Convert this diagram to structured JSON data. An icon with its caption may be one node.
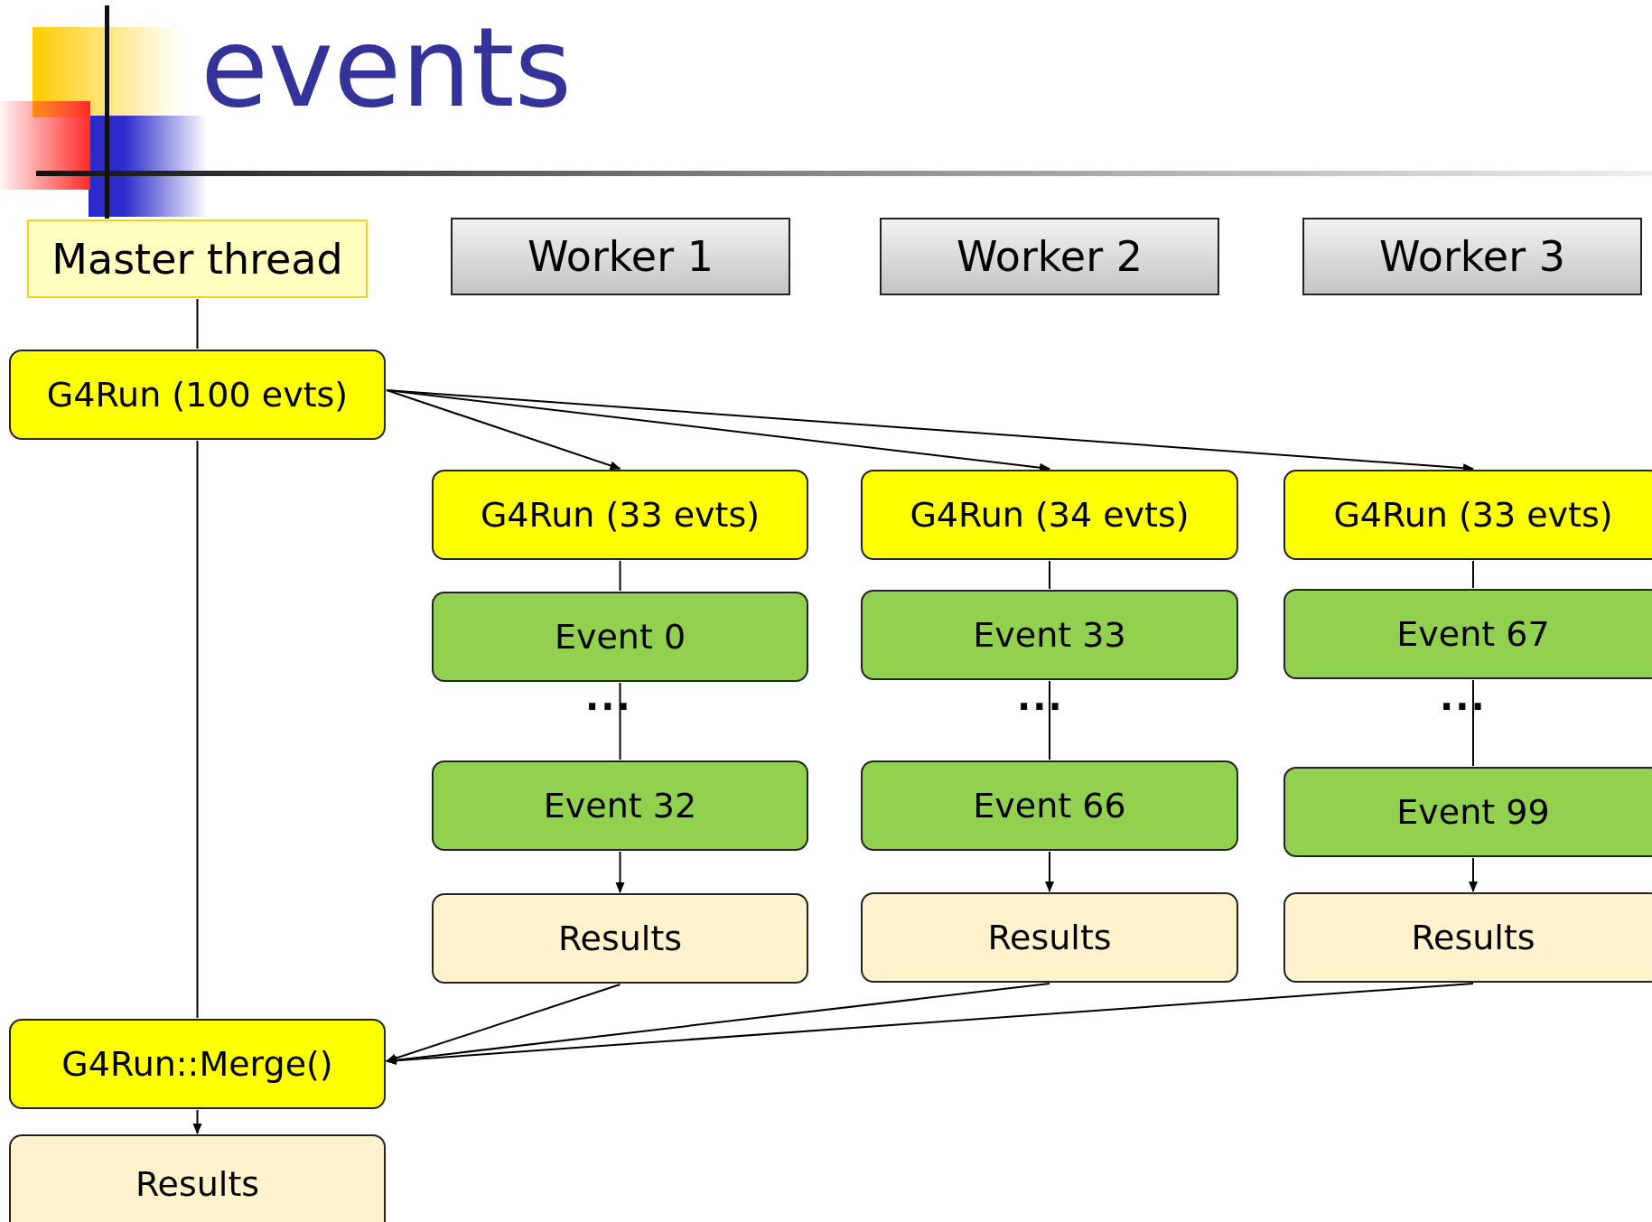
{
  "diagram": {
    "title": "events",
    "nodes": [
      {
        "text": [
          "Master thread"
        ]
      },
      {
        "text": [
          "Worker 1"
        ]
      },
      {
        "text": [
          "Worker 2"
        ]
      },
      {
        "text": [
          "Worker 3"
        ]
      },
      {
        "text": [
          "G4Run (100 evts)"
        ]
      },
      {
        "text": [
          "G4Run (33 evts)"
        ]
      },
      {
        "text": [
          "Event 0"
        ]
      },
      {
        "text": [
          "Event 32"
        ]
      },
      {
        "text": [
          "Results"
        ]
      },
      {
        "text": [
          "G4Run (34 evts)"
        ]
      },
      {
        "text": [
          "Event 33"
        ]
      },
      {
        "text": [
          "Event 66"
        ]
      },
      {
        "text": [
          "Results"
        ]
      },
      {
        "text": [
          "G4Run (33 evts)"
        ]
      },
      {
        "text": [
          "Event 67"
        ]
      },
      {
        "text": [
          "Event 99"
        ]
      },
      {
        "text": [
          "Results"
        ]
      },
      {
        "text": [
          "G4Run::Merge()"
        ]
      },
      {
        "text": [
          "Results"
        ]
      }
    ],
    "edges": [
      {
        "from": 0,
        "to": 4,
        "arrow": "none"
      },
      {
        "from": 4,
        "to": 5,
        "arrow": "to"
      },
      {
        "from": 4,
        "to": 9,
        "arrow": "to"
      },
      {
        "from": 4,
        "to": 13,
        "arrow": "to"
      },
      {
        "from": 5,
        "to": 6,
        "arrow": "none"
      },
      {
        "from": 6,
        "to": 7,
        "arrow": "none"
      },
      {
        "from": 7,
        "to": 8,
        "arrow": "to"
      },
      {
        "from": 9,
        "to": 10,
        "arrow": "none"
      },
      {
        "from": 10,
        "to": 11,
        "arrow": "none"
      },
      {
        "from": 11,
        "to": 12,
        "arrow": "to"
      },
      {
        "from": 13,
        "to": 14,
        "arrow": "none"
      },
      {
        "from": 14,
        "to": 15,
        "arrow": "none"
      },
      {
        "from": 15,
        "to": 16,
        "arrow": "to"
      },
      {
        "from": 4,
        "to": 17,
        "arrow": "none"
      },
      {
        "from": 8,
        "to": 17,
        "arrow": "to"
      },
      {
        "from": 12,
        "to": 17,
        "arrow": "to"
      },
      {
        "from": 16,
        "to": 17,
        "arrow": "to"
      },
      {
        "from": 17,
        "to": 18,
        "arrow": "to"
      }
    ],
    "labels": [
      "...",
      "...",
      "..."
    ]
  }
}
